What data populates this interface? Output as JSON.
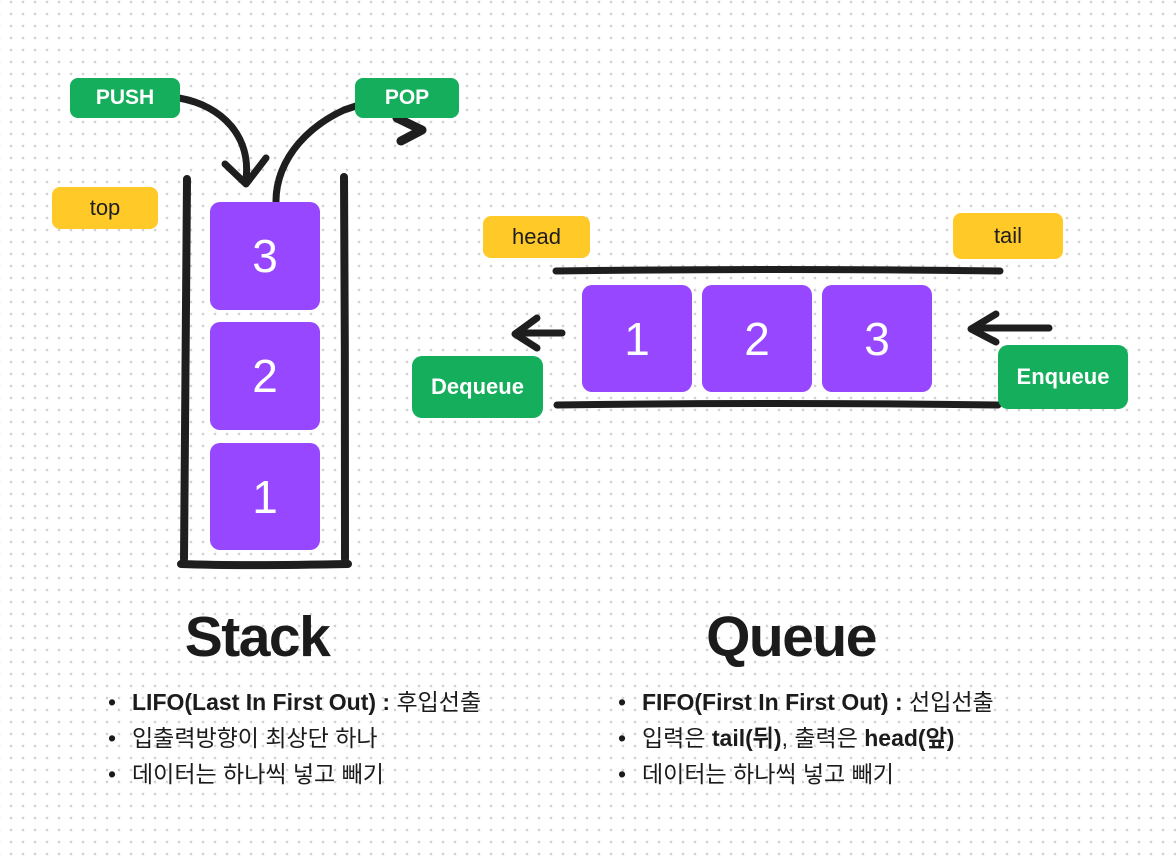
{
  "colors": {
    "green": "#14AE5C",
    "yellow": "#FFC928",
    "purple": "#9747FF",
    "ink": "#1E1E1E",
    "dot": "#D2D2D2",
    "bg": "#FFFFFF"
  },
  "stack": {
    "title": "Stack",
    "push_label": "PUSH",
    "pop_label": "POP",
    "top_label": "top",
    "items_top_to_bottom": [
      "3",
      "2",
      "1"
    ],
    "bullets": [
      {
        "segments": [
          {
            "text": "LIFO(Last In First Out) : ",
            "bold": true
          },
          {
            "text": "후입선출",
            "bold": false
          }
        ]
      },
      {
        "segments": [
          {
            "text": "입출력방향이 최상단 하나",
            "bold": false
          }
        ]
      },
      {
        "segments": [
          {
            "text": "데이터는 하나씩 넣고 빼기",
            "bold": false
          }
        ]
      }
    ]
  },
  "queue": {
    "title": "Queue",
    "head_label": "head",
    "tail_label": "tail",
    "dequeue_label": "Dequeue",
    "enqueue_label": "Enqueue",
    "items_left_to_right": [
      "1",
      "2",
      "3"
    ],
    "bullets": [
      {
        "segments": [
          {
            "text": "FIFO(First In First Out) : ",
            "bold": true
          },
          {
            "text": "선입선출",
            "bold": false
          }
        ]
      },
      {
        "segments": [
          {
            "text": "입력은 ",
            "bold": false
          },
          {
            "text": "tail(뒤)",
            "bold": true
          },
          {
            "text": ", ",
            "bold": false
          },
          {
            "text": "출력은 ",
            "bold": false
          },
          {
            "text": "head(앞)",
            "bold": true
          }
        ]
      },
      {
        "segments": [
          {
            "text": "데이터는 하나씩 넣고 빼기",
            "bold": false
          }
        ]
      }
    ]
  }
}
